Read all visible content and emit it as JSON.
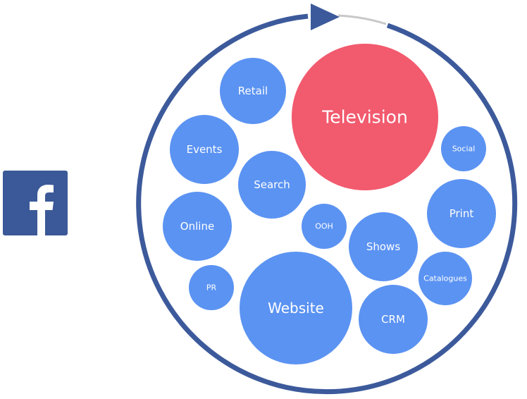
{
  "logo": {
    "icon": "facebook-icon",
    "color": "#3b5998"
  },
  "diagram": {
    "colors": {
      "ring": "#3c5a9b",
      "ring_gap": "#c8c8c8",
      "bubble": "#5b93f2",
      "highlight": "#f25a6e"
    },
    "bubbles": [
      {
        "key": "television",
        "label": "Television",
        "highlight": true
      },
      {
        "key": "retail",
        "label": "Retail"
      },
      {
        "key": "events",
        "label": "Events"
      },
      {
        "key": "search",
        "label": "Search"
      },
      {
        "key": "social",
        "label": "Social"
      },
      {
        "key": "online",
        "label": "Online"
      },
      {
        "key": "ooh",
        "label": "OOH"
      },
      {
        "key": "print",
        "label": "Print"
      },
      {
        "key": "shows",
        "label": "Shows"
      },
      {
        "key": "catalogues",
        "label": "Catalogues"
      },
      {
        "key": "pr",
        "label": "PR"
      },
      {
        "key": "website",
        "label": "Website"
      },
      {
        "key": "crm",
        "label": "CRM"
      }
    ]
  }
}
